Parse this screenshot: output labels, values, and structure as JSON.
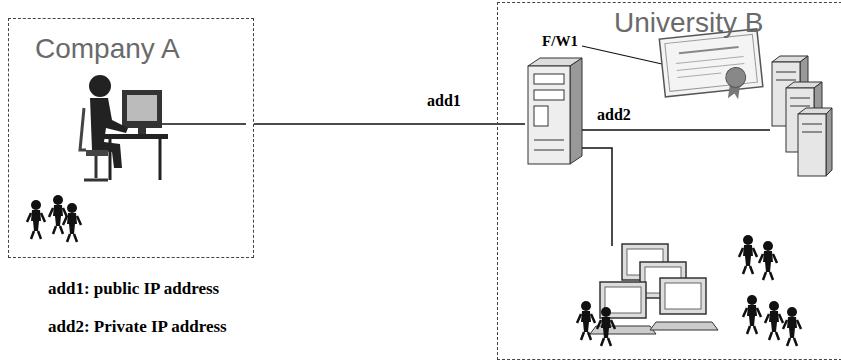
{
  "diagram": {
    "nodes": [
      {
        "text": [
          "Company A"
        ]
      },
      {
        "text": [
          "University B"
        ]
      },
      {
        "text": [
          "F/W1"
        ],
        "in": 1
      }
    ],
    "edges": [
      {
        "from": 0,
        "to": 2,
        "arrow": "none",
        "label": "add1"
      }
    ],
    "labels": [
      "add2",
      "add1: public IP address",
      "add2: Private IP address"
    ]
  }
}
